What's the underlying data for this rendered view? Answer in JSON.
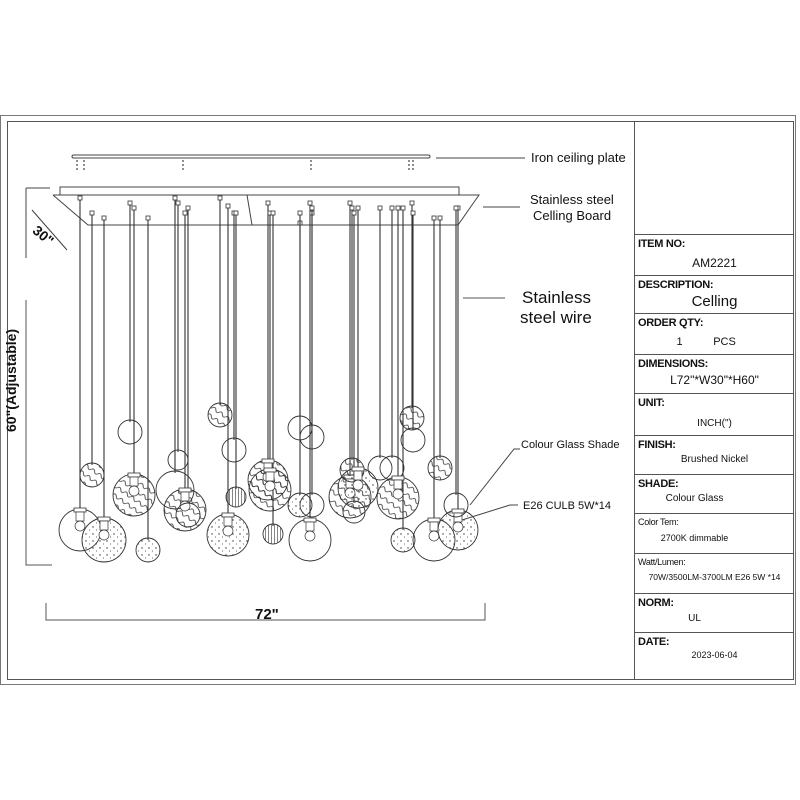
{
  "callouts": {
    "iron_ceiling_plate": "Iron ceiling plate",
    "ceiling_board_line1": "Stainless steel",
    "ceiling_board_line2": "Celling Board",
    "wire_line1": "Stainless",
    "wire_line2": "steel wire",
    "glass_shade": "Colour Glass Shade",
    "bulb": "E26  CULB 5W*14"
  },
  "dimensions": {
    "width": "72\"",
    "depth": "30\"",
    "height": "60\"(Adjustable)"
  },
  "title_block": {
    "item_no_label": "ITEM NO:",
    "item_no": "AM2221",
    "description_label": "DESCRIPTION:",
    "description": "Celling",
    "order_qty_label": "ORDER QTY:",
    "order_qty": "1",
    "order_unit": "PCS",
    "dimensions_label": "DIMENSIONS:",
    "dimensions": "L72\"*W30\"*H60\"",
    "unit_label": "UNIT:",
    "unit": "INCH(\")",
    "finish_label": "FINISH:",
    "finish": "Brushed Nickel",
    "shade_label": "SHADE:",
    "shade": "Colour Glass",
    "color_temp_label": "Color Tem:",
    "color_temp": "2700K dimmable",
    "watt_label": "Watt/Lumen:",
    "watt": "70W/3500LM-3700LM  E26 5W *14",
    "norm_label": "NORM:",
    "norm": "UL",
    "date_label": "DATE:",
    "date": "2023-06-04"
  },
  "colors": {
    "line": "#222222",
    "frame": "#555555"
  }
}
